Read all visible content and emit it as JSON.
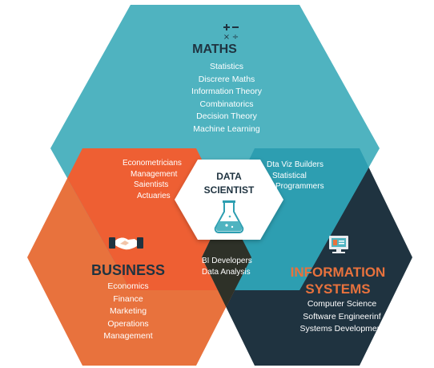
{
  "colors": {
    "maths": "#4fb3c0",
    "business": "#e8723d",
    "information_systems": "#1f3340",
    "maths_business_overlap": "#ee5f33",
    "maths_is_overlap": "#2d9eb1",
    "business_is_overlap": "#2e3128",
    "center": "#ffffff"
  },
  "maths": {
    "icon": "math-operators-icon",
    "icon_symbols": [
      "+",
      "−",
      "×",
      "÷"
    ],
    "title": "MATHS",
    "items": [
      "Statistics",
      "Discrere Maths",
      "Information Theory",
      "Combinatorics",
      "Decision Theory",
      "Machine Learning"
    ]
  },
  "business": {
    "icon": "handshake-icon",
    "title": "BUSINESS",
    "items": [
      "Economics",
      "Finance",
      "Marketing",
      "Operations",
      "Management"
    ]
  },
  "information_systems": {
    "icon": "computer-monitor-icon",
    "title_line1": "INFORMATION",
    "title_line2": "SYSTEMS",
    "items": [
      "Computer Science",
      "Software Engineerinf",
      "Systems Development"
    ]
  },
  "overlaps": {
    "maths_business": [
      "Econometricians",
      "Management",
      "Saientists",
      "Actuaries"
    ],
    "maths_is": [
      "Dta Viz Builders",
      "Statistical",
      "Programmers"
    ],
    "business_is": [
      "BI Developers",
      "Data Analysis"
    ]
  },
  "center": {
    "line1": "DATA",
    "line2": "SCIENTIST",
    "icon": "flask-icon"
  }
}
